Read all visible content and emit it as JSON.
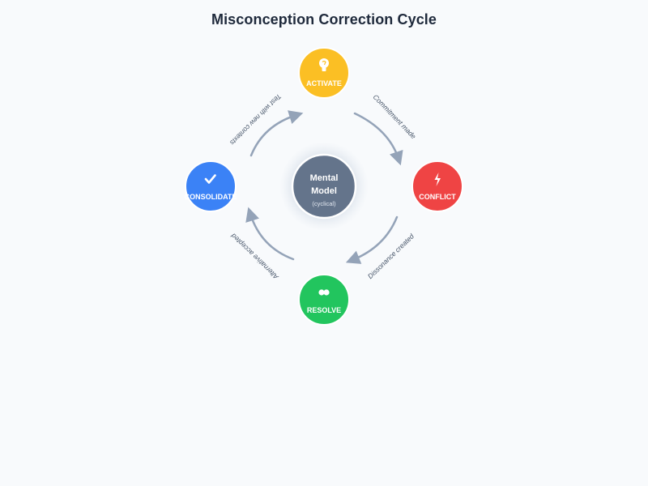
{
  "title": "Misconception Correction Cycle",
  "center": {
    "line1": "Mental",
    "line2": "Model",
    "sub": "(cyclical)",
    "color": "#64748b"
  },
  "nodes": [
    {
      "id": "activate",
      "label": "ACTIVATE",
      "icon": "lightbulb-icon",
      "color": "#fbbf24"
    },
    {
      "id": "conflict",
      "label": "CONFLICT",
      "icon": "lightning-icon",
      "color": "#ef4444"
    },
    {
      "id": "resolve",
      "label": "RESOLVE",
      "icon": "link-icon",
      "color": "#22c55e"
    },
    {
      "id": "consolidate",
      "label": "CONSOLIDATE",
      "icon": "check-icon",
      "color": "#3b82f6"
    }
  ],
  "edges": [
    {
      "from": "activate",
      "to": "conflict",
      "label": "Commitment made"
    },
    {
      "from": "conflict",
      "to": "resolve",
      "label": "Dissonance created"
    },
    {
      "from": "resolve",
      "to": "consolidate",
      "label": "Alternative accepted"
    },
    {
      "from": "consolidate",
      "to": "activate",
      "label": "Test with new contexts"
    }
  ],
  "arrow_color": "#94a3b8"
}
